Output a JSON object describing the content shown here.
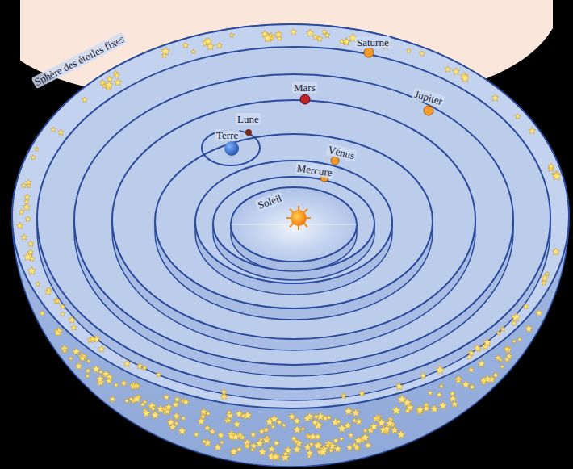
{
  "diagram": {
    "labels": [
      "Sphère des étoiles fixes",
      "Saturne",
      "Mars",
      "Jupiter",
      "Lune",
      "Terre",
      "Vénus",
      "Mercure",
      "Soleil"
    ]
  }
}
